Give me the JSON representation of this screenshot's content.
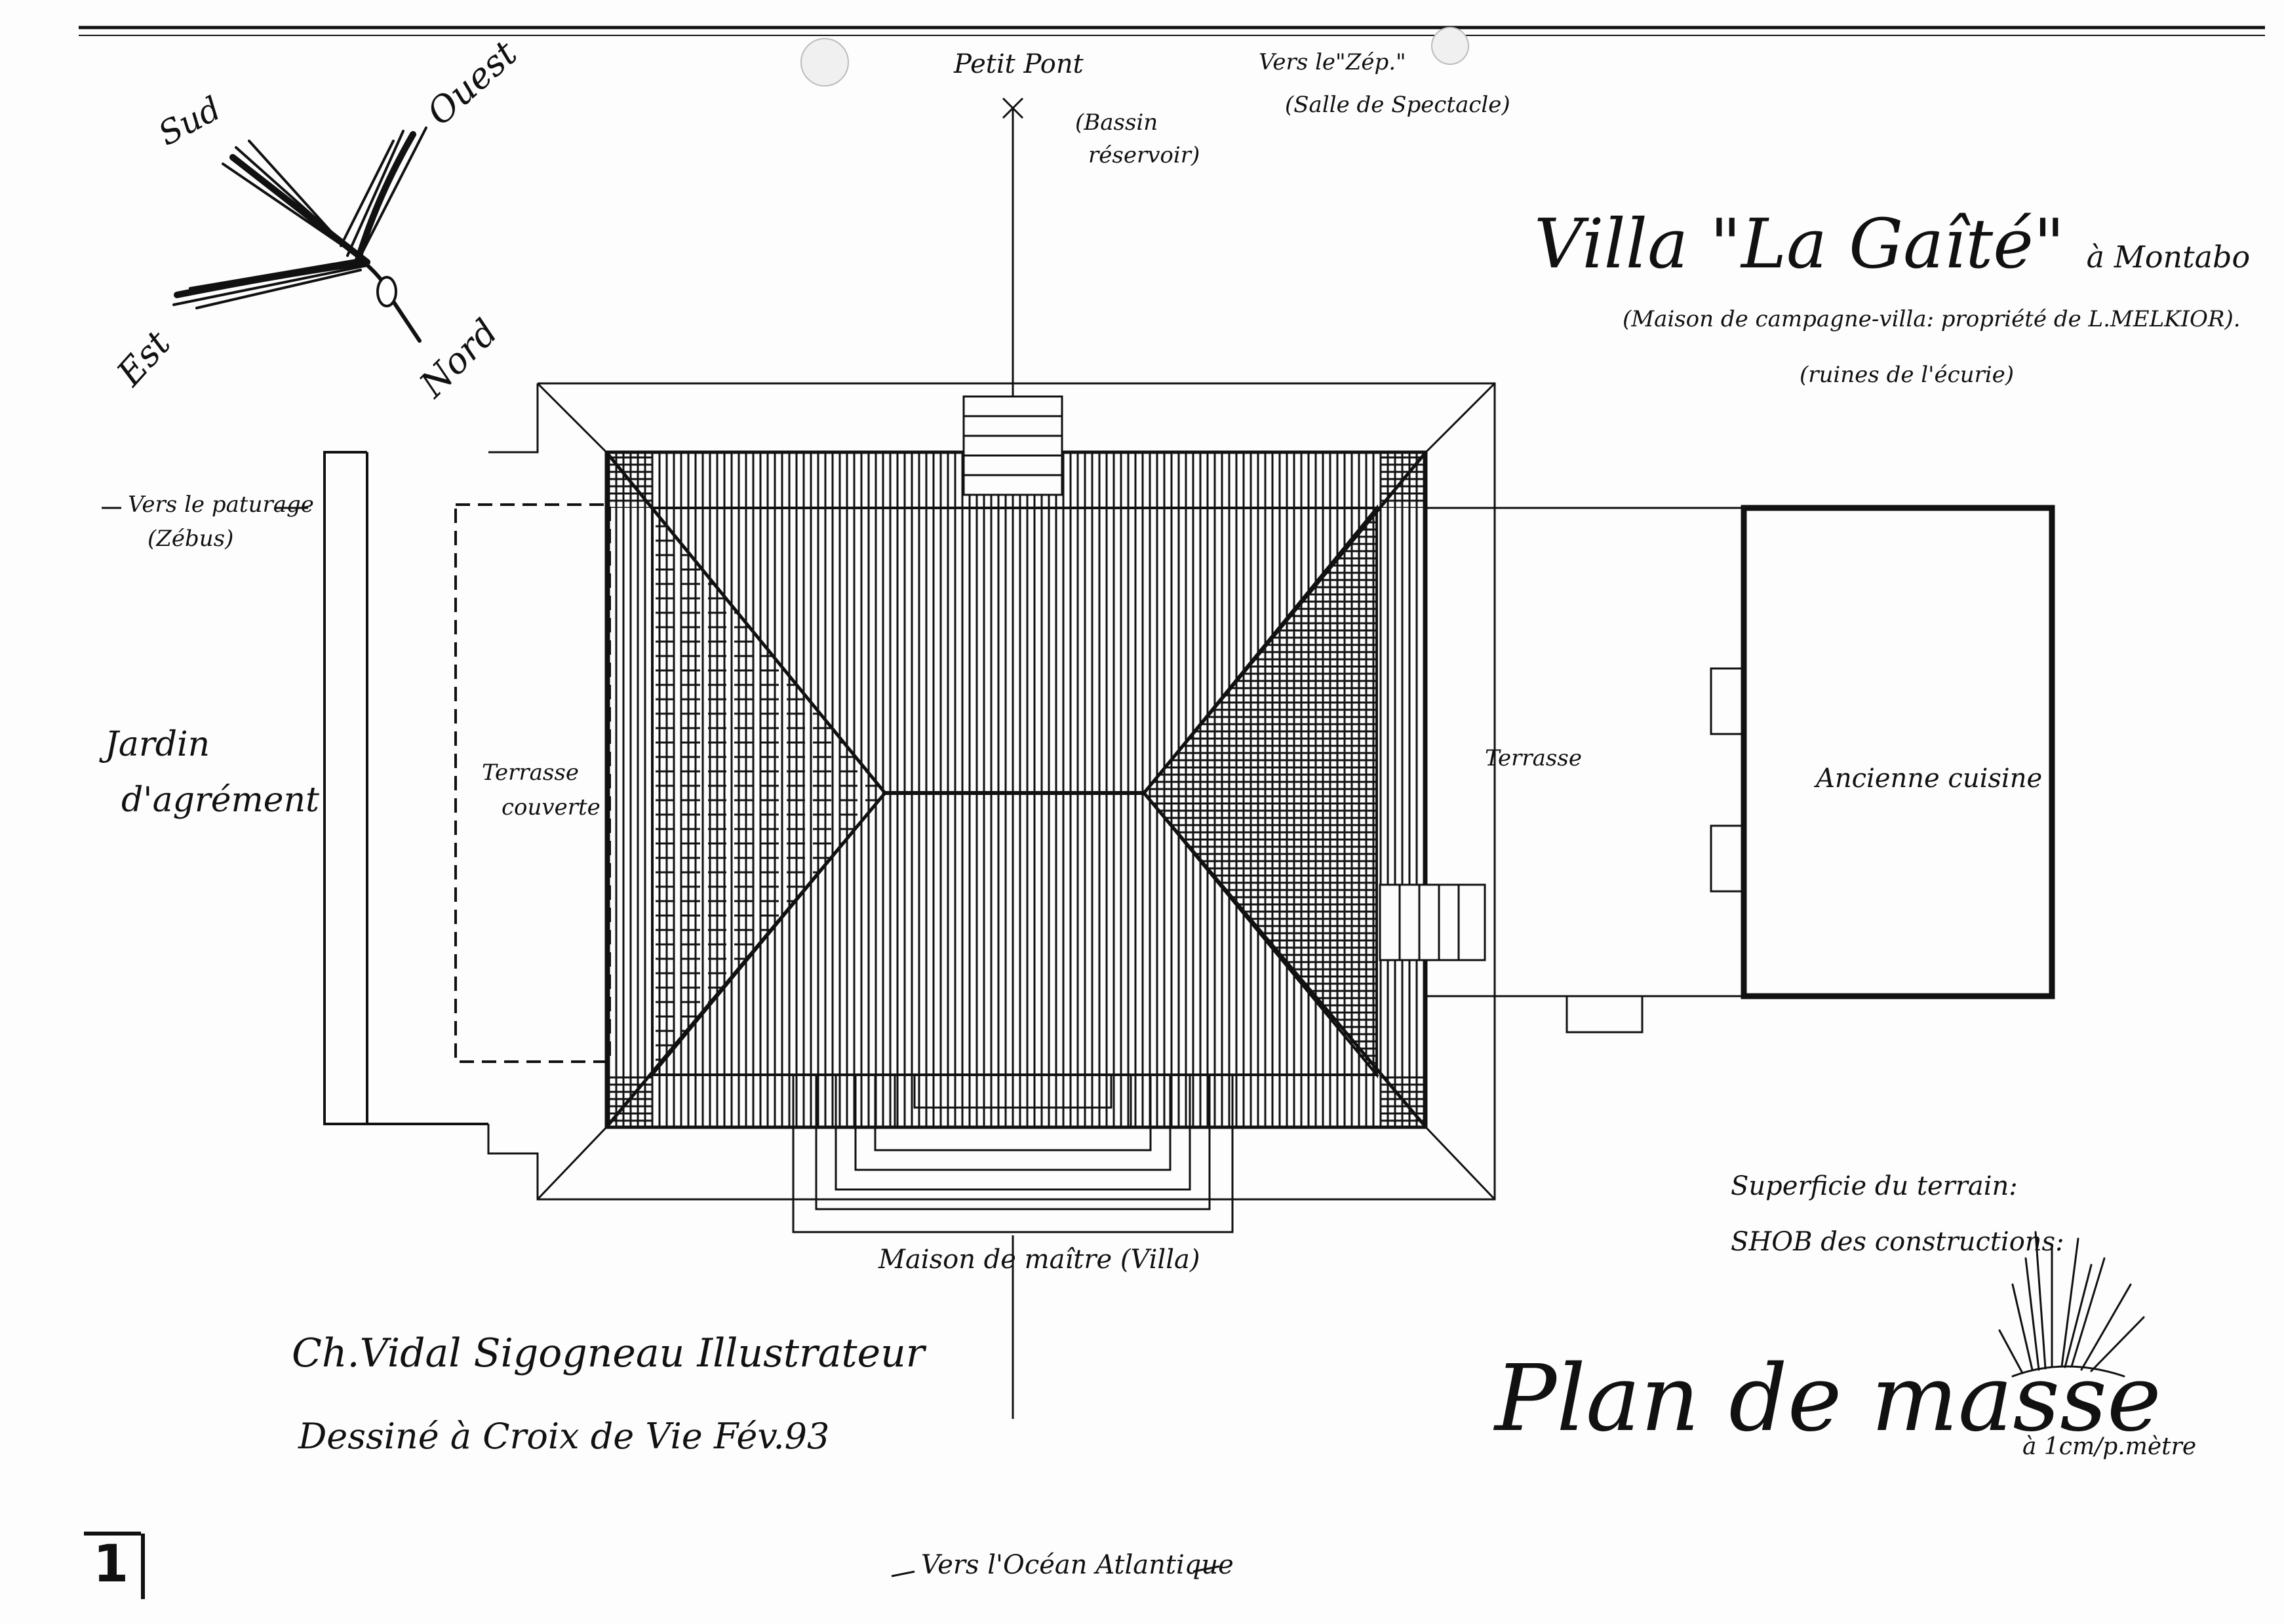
{
  "document": {
    "title": "Villa \"La Gaîté\"",
    "title_suffix": "à Montabo",
    "subtitle_1": "(Maison de campagne-villa: propriété de L.MELKIOR).",
    "subtitle_2": "(ruines de l'écurie)",
    "plan_title": "Plan de masse",
    "scale": "à 1cm/p.mètre",
    "surface_terrain": "Superficie du terrain:",
    "shob": "SHOB des constructions:",
    "author": "Ch.Vidal Sigogneau Illustrateur",
    "drawn": "Dessiné à Croix de Vie Fév.93",
    "page_number": "1"
  },
  "compass": {
    "sud": "Sud",
    "ouest": "Ouest",
    "est": "Est",
    "nord": "Nord"
  },
  "labels": {
    "petit_pont": "Petit Pont",
    "bassin_1": "(Bassin",
    "bassin_2": "réservoir)",
    "zep_1": "Vers le\"Zép.\"",
    "zep_2": "(Salle de Spectacle)",
    "paturage_1": "Vers le paturage",
    "paturage_2": "(Zébus)",
    "jardin_1": "Jardin",
    "jardin_2": "d'agrément",
    "terrasse_couverte_1": "Terrasse",
    "terrasse_couverte_2": "couverte",
    "terrasse": "Terrasse",
    "ancienne_cuisine": "Ancienne cuisine",
    "maison_maitre": "Maison de maître (Villa)",
    "ocean": "Vers l'Océan Atlantique"
  },
  "colors": {
    "ink": "#111111",
    "paper": "#fdfdfd"
  }
}
